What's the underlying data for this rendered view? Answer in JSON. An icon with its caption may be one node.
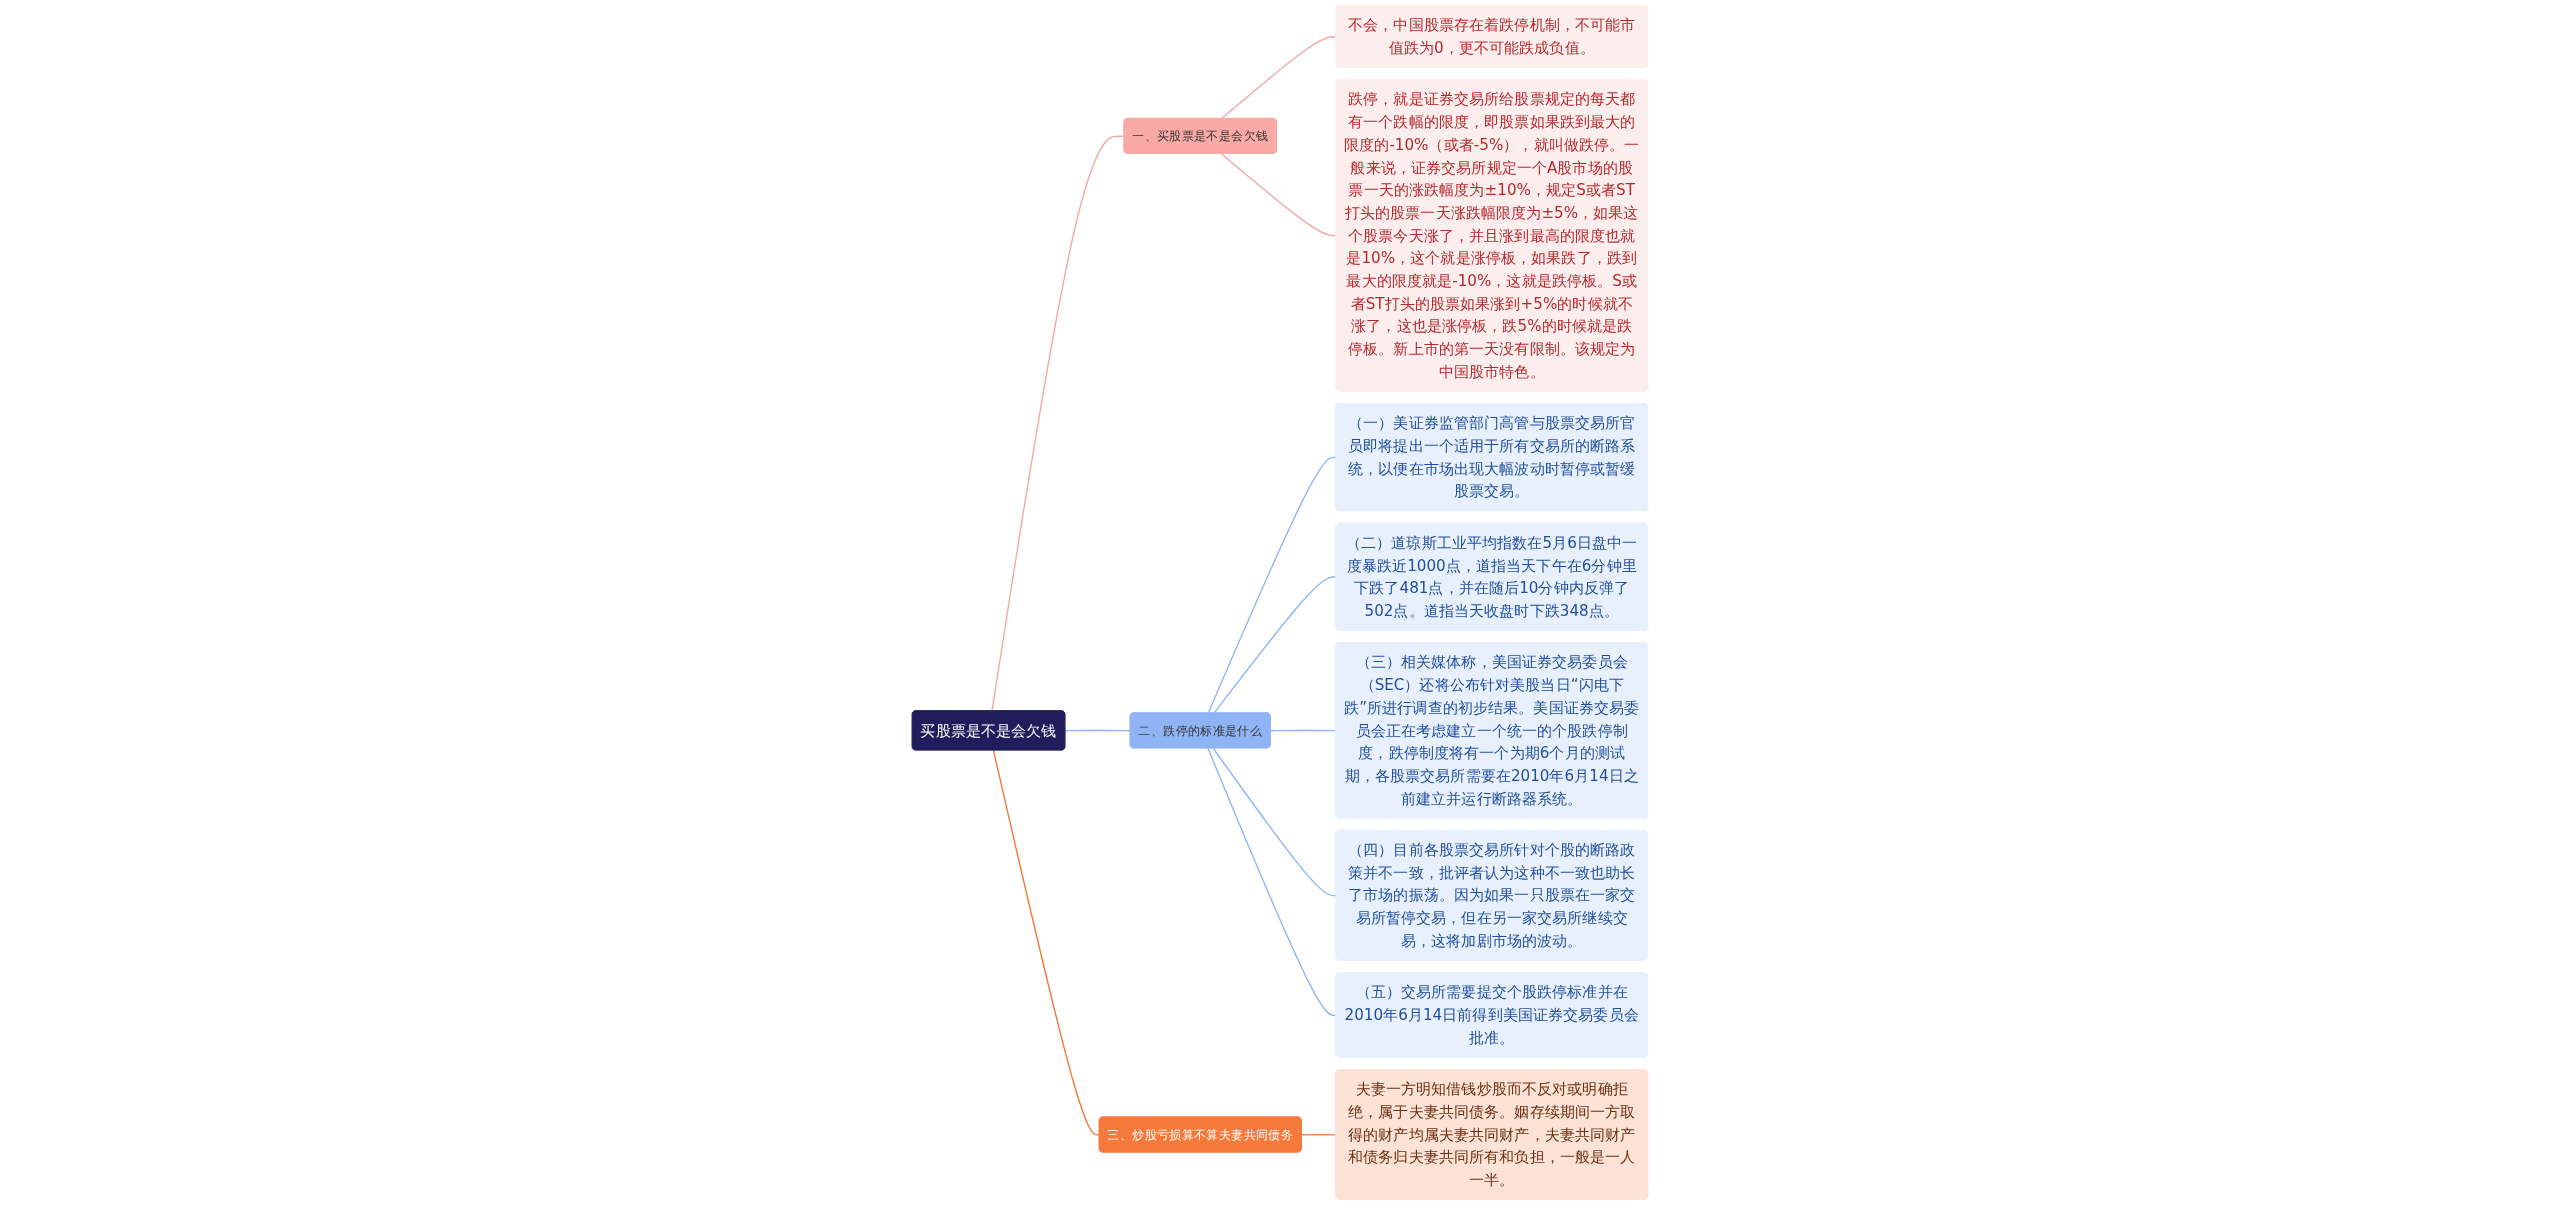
{
  "diagram": {
    "nodes": [
      {
        "text": [
          "买股票是不是会欠钱"
        ]
      },
      {
        "text": [
          "一、买股票是不是会欠钱"
        ]
      },
      {
        "text": [
          "不会，中国股票存在着跌停机制，不可能市值跌为0，更不可能跌成负值。"
        ]
      },
      {
        "text": [
          "跌停，就是证券交易所给股票规定的每天都有一个跌幅的限度，即股票如果跌到最大的限度的-10%（或者-5%），就叫做跌停。一般来说，证券交易所规定一个A股市场的股票一天的涨跌幅度为±10%，规定S或者ST打头的股票一天涨跌幅限度为±5%，如果这个股票今天涨了，并且涨到最高的限度也就是10%，这个就是涨停板，如果跌了，跌到最大的限度就是-10%，这就是跌停板。S或者ST打头的股票如果涨到+5%的时候就不涨了，这也是涨停板，跌5%的时候就是跌停板。新上市的第一天没有限制。该规定为中国股市特色。"
        ]
      },
      {
        "text": [
          "二、跌停的标准是什么"
        ]
      },
      {
        "text": [
          "（一）美证券监管部门高管与股票交易所官员即将提出一个适用于所有交易所的断路系统，以便在市场出现大幅波动时暂停或暂缓股票交易。"
        ]
      },
      {
        "text": [
          "（二）道琼斯工业平均指数在5月6日盘中一度暴跌近1000点，道指当天下午在6分钟里下跌了481点，并在随后10分钟内反弹了502点。道指当天收盘时下跌348点。"
        ]
      },
      {
        "text": [
          "（三）相关媒体称，美国证券交易委员会（SEC）还将公布针对美股当日“闪电下跌”所进行调查的初步结果。美国证券交易委员会正在考虑建立一个统一的个股跌停制度，跌停制度将有一个为期6个月的测试期，各股票交易所需要在2010年6月14日之前建立并运行断路器系统。"
        ]
      },
      {
        "text": [
          "（四）目前各股票交易所针对个股的断路政策并不一致，批评者认为这种不一致也助长了市场的振荡。因为如果一只股票在一家交易所暂停交易，但在另一家交易所继续交易，这将加剧市场的波动。"
        ]
      },
      {
        "text": [
          "（五）交易所需要提交个股跌停标准并在2010年6月14日前得到美国证券交易委员会批准。"
        ]
      },
      {
        "text": [
          "三、炒股亏损算不算夫妻共同债务"
        ]
      },
      {
        "text": [
          "夫妻一方明知借钱炒股而不反对或明确拒绝，属于夫妻共同债务。姻存续期间一方取得的财产均属夫妻共同财产，夫妻共同财产和债务归夫妻共同所有和负担，一般是一人一半。"
        ]
      }
    ],
    "edges": [
      {
        "from": 0,
        "to": 1,
        "arrow": "none",
        "color": "#f4a6a2"
      },
      {
        "from": 1,
        "to": 2,
        "arrow": "none",
        "color": "#f4a6a2"
      },
      {
        "from": 1,
        "to": 3,
        "arrow": "none",
        "color": "#f4a6a2"
      },
      {
        "from": 0,
        "to": 4,
        "arrow": "none"
      },
      {
        "from": 4,
        "to": 5,
        "arrow": "none"
      },
      {
        "from": 4,
        "to": 6,
        "arrow": "none"
      },
      {
        "from": 4,
        "to": 7,
        "arrow": "none"
      },
      {
        "from": 4,
        "to": 8,
        "arrow": "none"
      },
      {
        "from": 4,
        "to": 9,
        "arrow": "none"
      },
      {
        "from": 0,
        "to": 10,
        "arrow": "none",
        "color": "#f07a35"
      },
      {
        "from": 10,
        "to": 11,
        "arrow": "none",
        "color": "#f07a35"
      }
    ]
  }
}
